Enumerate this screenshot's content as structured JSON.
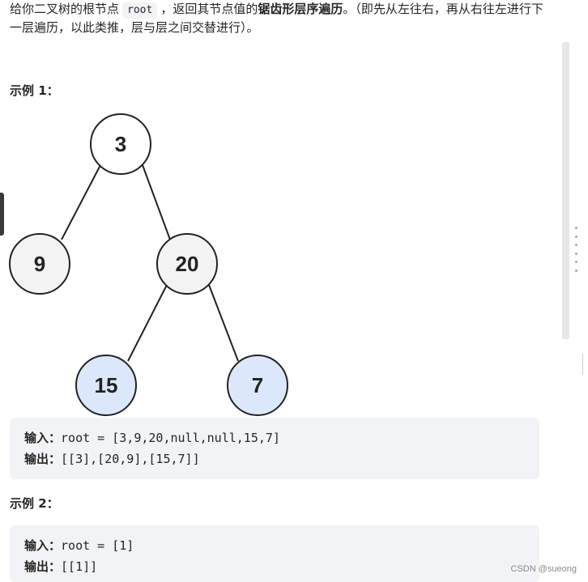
{
  "description": {
    "part1": "给你二叉树的根节点",
    "code": "root",
    "part2": "，返回其节点值的",
    "bold": "锯齿形层序遍历",
    "part3": "。（即先从左往右，再从右往左进行下一层遍历，以此类推，层与层之间交替进行）。"
  },
  "examples": [
    {
      "title": "示例 1：",
      "input_label": "输入：",
      "input_value": "root = [3,9,20,null,null,15,7]",
      "output_label": "输出：",
      "output_value": "[[3],[20,9],[15,7]]"
    },
    {
      "title": "示例 2：",
      "input_label": "输入：",
      "input_value": "root = [1]",
      "output_label": "输出：",
      "output_value": "[[1]]"
    }
  ],
  "tree": {
    "nodes": [
      {
        "id": "n3",
        "label": "3",
        "fill": "#ffffff"
      },
      {
        "id": "n9",
        "label": "9",
        "fill": "#f3f3f3"
      },
      {
        "id": "n20",
        "label": "20",
        "fill": "#f3f3f3"
      },
      {
        "id": "n15",
        "label": "15",
        "fill": "#dbe8fb"
      },
      {
        "id": "n7",
        "label": "7",
        "fill": "#dbe8fb"
      }
    ]
  },
  "watermark": "CSDN @sueong"
}
